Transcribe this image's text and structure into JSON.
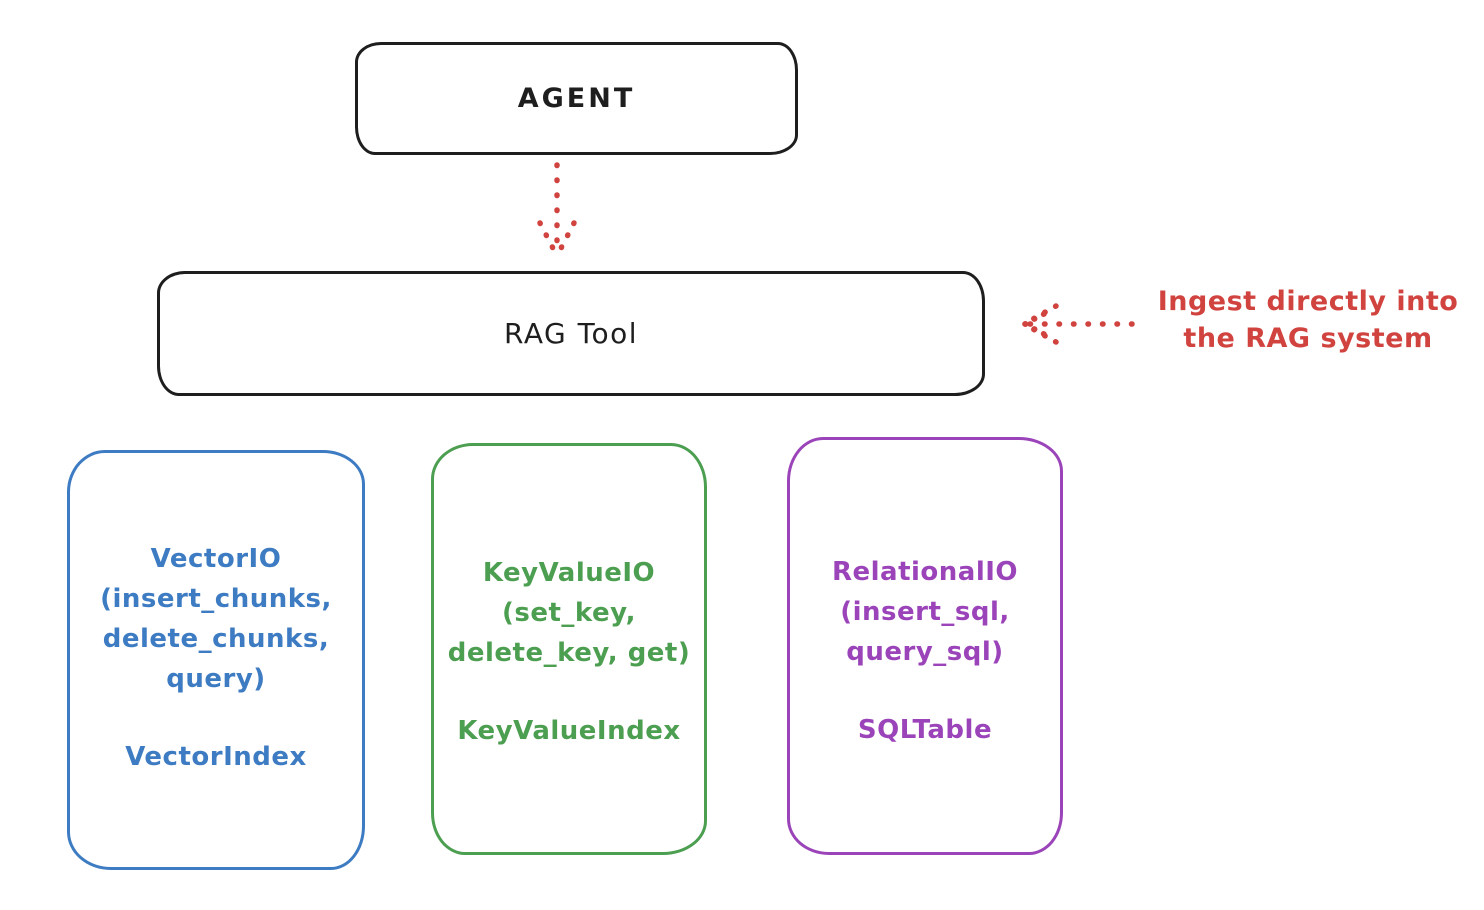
{
  "colors": {
    "ink": "#1e1e1e",
    "red": "#d1433f",
    "blue": "#3d7bc2",
    "green": "#4c9e50",
    "purple": "#9b44ba"
  },
  "agent": {
    "label": "AGENT"
  },
  "rag_tool": {
    "label": "RAG Tool"
  },
  "annotation": {
    "lines": [
      "Ingest directly into",
      "the RAG system"
    ],
    "color": "#d1433f"
  },
  "arrows": {
    "agent_to_rag": {
      "style": "dotted",
      "direction": "down",
      "color": "#d1433f"
    },
    "ingest_to_rag": {
      "style": "dotted",
      "direction": "left",
      "color": "#d1433f"
    }
  },
  "backends": [
    {
      "id": "vector-io",
      "color": "#3d7bc2",
      "lines": [
        "VectorIO",
        "(insert_chunks,",
        "delete_chunks,",
        "query)"
      ],
      "index_label": "VectorIndex"
    },
    {
      "id": "keyvalue-io",
      "color": "#4c9e50",
      "lines": [
        "KeyValueIO",
        "(set_key,",
        "delete_key, get)"
      ],
      "index_label": "KeyValueIndex"
    },
    {
      "id": "relational-io",
      "color": "#9b44ba",
      "lines": [
        "RelationalIO",
        "(insert_sql,",
        "query_sql)"
      ],
      "index_label": "SQLTable"
    }
  ]
}
